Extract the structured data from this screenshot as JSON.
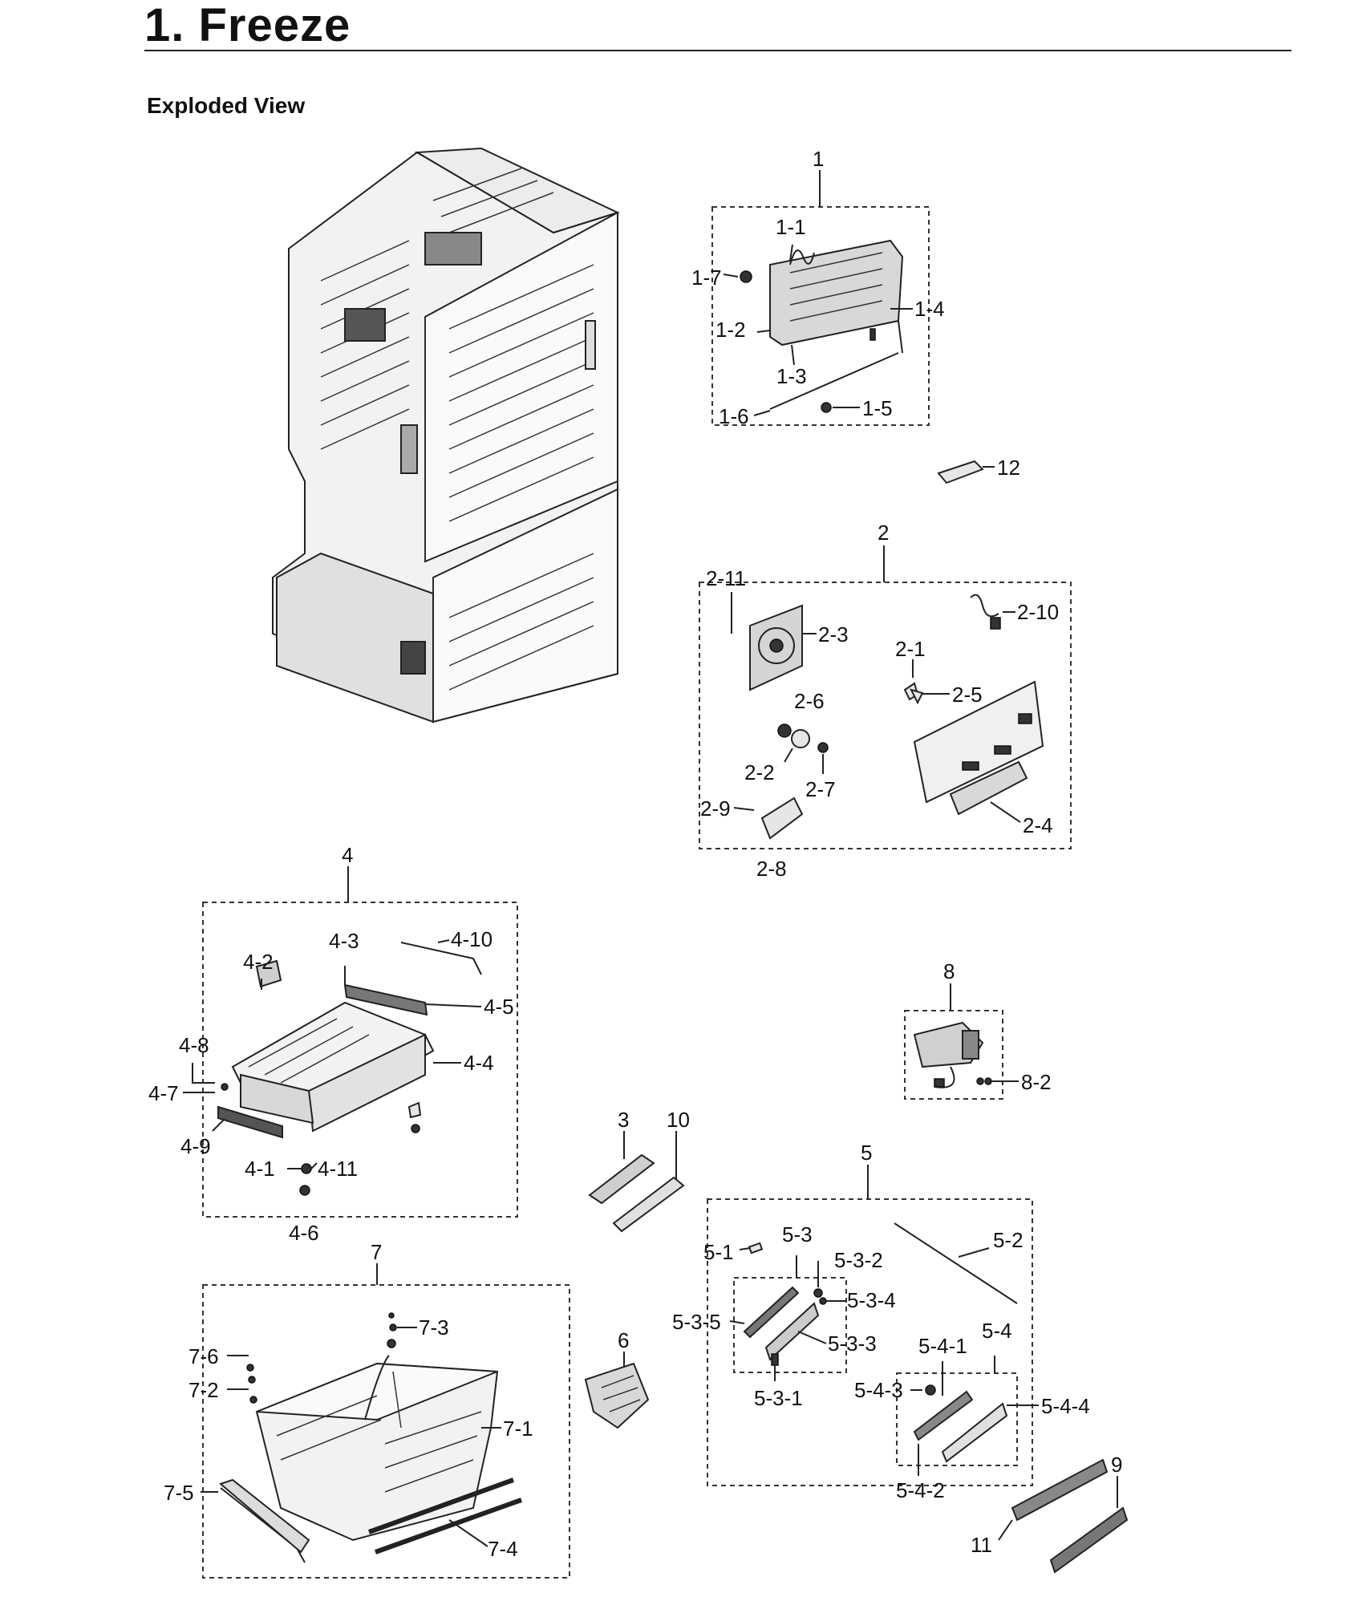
{
  "header": {
    "title": "1.  Freeze",
    "subtitle": "Exploded View"
  },
  "labels": {
    "g1": "1",
    "p1_1": "1-1",
    "p1_2": "1-2",
    "p1_3": "1-3",
    "p1_4": "1-4",
    "p1_5": "1-5",
    "p1_6": "1-6",
    "p1_7": "1-7",
    "g12": "12",
    "g2": "2",
    "p2_1": "2-1",
    "p2_2": "2-2",
    "p2_3": "2-3",
    "p2_4": "2-4",
    "p2_5": "2-5",
    "p2_6": "2-6",
    "p2_7": "2-7",
    "p2_8": "2-8",
    "p2_9": "2-9",
    "p2_10": "2-10",
    "p2_11": "2-11",
    "g4": "4",
    "p4_1": "4-1",
    "p4_2": "4-2",
    "p4_3": "4-3",
    "p4_4": "4-4",
    "p4_5": "4-5",
    "p4_6": "4-6",
    "p4_7": "4-7",
    "p4_8": "4-8",
    "p4_9": "4-9",
    "p4_10": "4-10",
    "p4_11": "4-11",
    "g8": "8",
    "p8_2": "8-2",
    "g3": "3",
    "g10": "10",
    "g5": "5",
    "p5_1": "5-1",
    "p5_2": "5-2",
    "p5_3": "5-3",
    "p5_3_1": "5-3-1",
    "p5_3_2": "5-3-2",
    "p5_3_3": "5-3-3",
    "p5_3_4": "5-3-4",
    "p5_3_5": "5-3-5",
    "p5_4": "5-4",
    "p5_4_1": "5-4-1",
    "p5_4_2": "5-4-2",
    "p5_4_3": "5-4-3",
    "p5_4_4": "5-4-4",
    "g6": "6",
    "g7": "7",
    "p7_1": "7-1",
    "p7_2": "7-2",
    "p7_3": "7-3",
    "p7_4": "7-4",
    "p7_5": "7-5",
    "p7_6": "7-6",
    "g9": "9",
    "g11": "11"
  }
}
